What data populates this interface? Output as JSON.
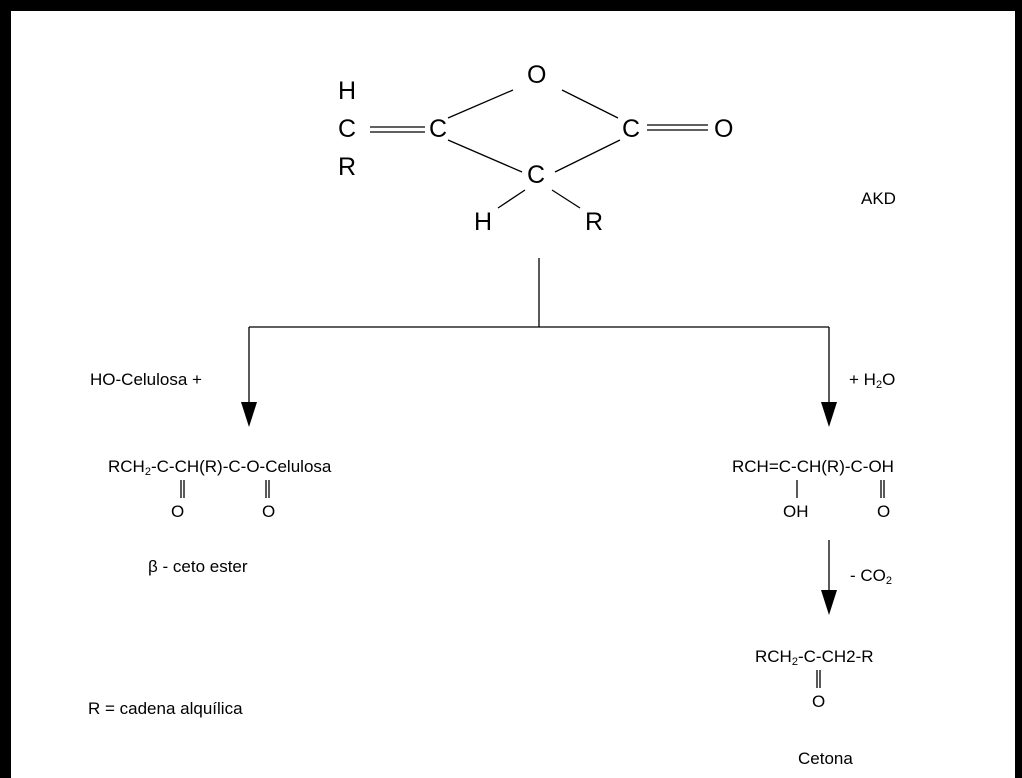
{
  "colors": {
    "stroke": "#000000",
    "background": "#ffffff"
  },
  "akd": {
    "atoms": {
      "h_top": "H",
      "c_left": "C",
      "r_left": "R",
      "c_ring_left": "C",
      "o_ring": "O",
      "c_ring_right": "C",
      "o_carbonyl": "O",
      "c_bottom": "C",
      "h_bottom": "H",
      "r_bottom": "R"
    },
    "label": "AKD"
  },
  "left_branch": {
    "reagent": "HO-Celulosa +",
    "product": {
      "part1": "RCH",
      "sub": "2",
      "part2": "-C-CH(R)-C-O-Celulosa",
      "o1": "O",
      "o2": "O"
    },
    "name": "β - ceto ester"
  },
  "right_branch": {
    "reagent": {
      "part1": "+ H",
      "sub": "2",
      "part2": "O"
    },
    "product": {
      "text": "RCH=C-CH(R)-C-OH",
      "oh": "OH",
      "o": "O"
    },
    "decarboxylation": {
      "part1": "- CO",
      "sub": "2"
    },
    "ketone": {
      "part1": "RCH",
      "sub": "2",
      "part2": "-C-CH2-R",
      "o": "O"
    },
    "name": "Cetona"
  },
  "legend": "R = cadena alquílica"
}
